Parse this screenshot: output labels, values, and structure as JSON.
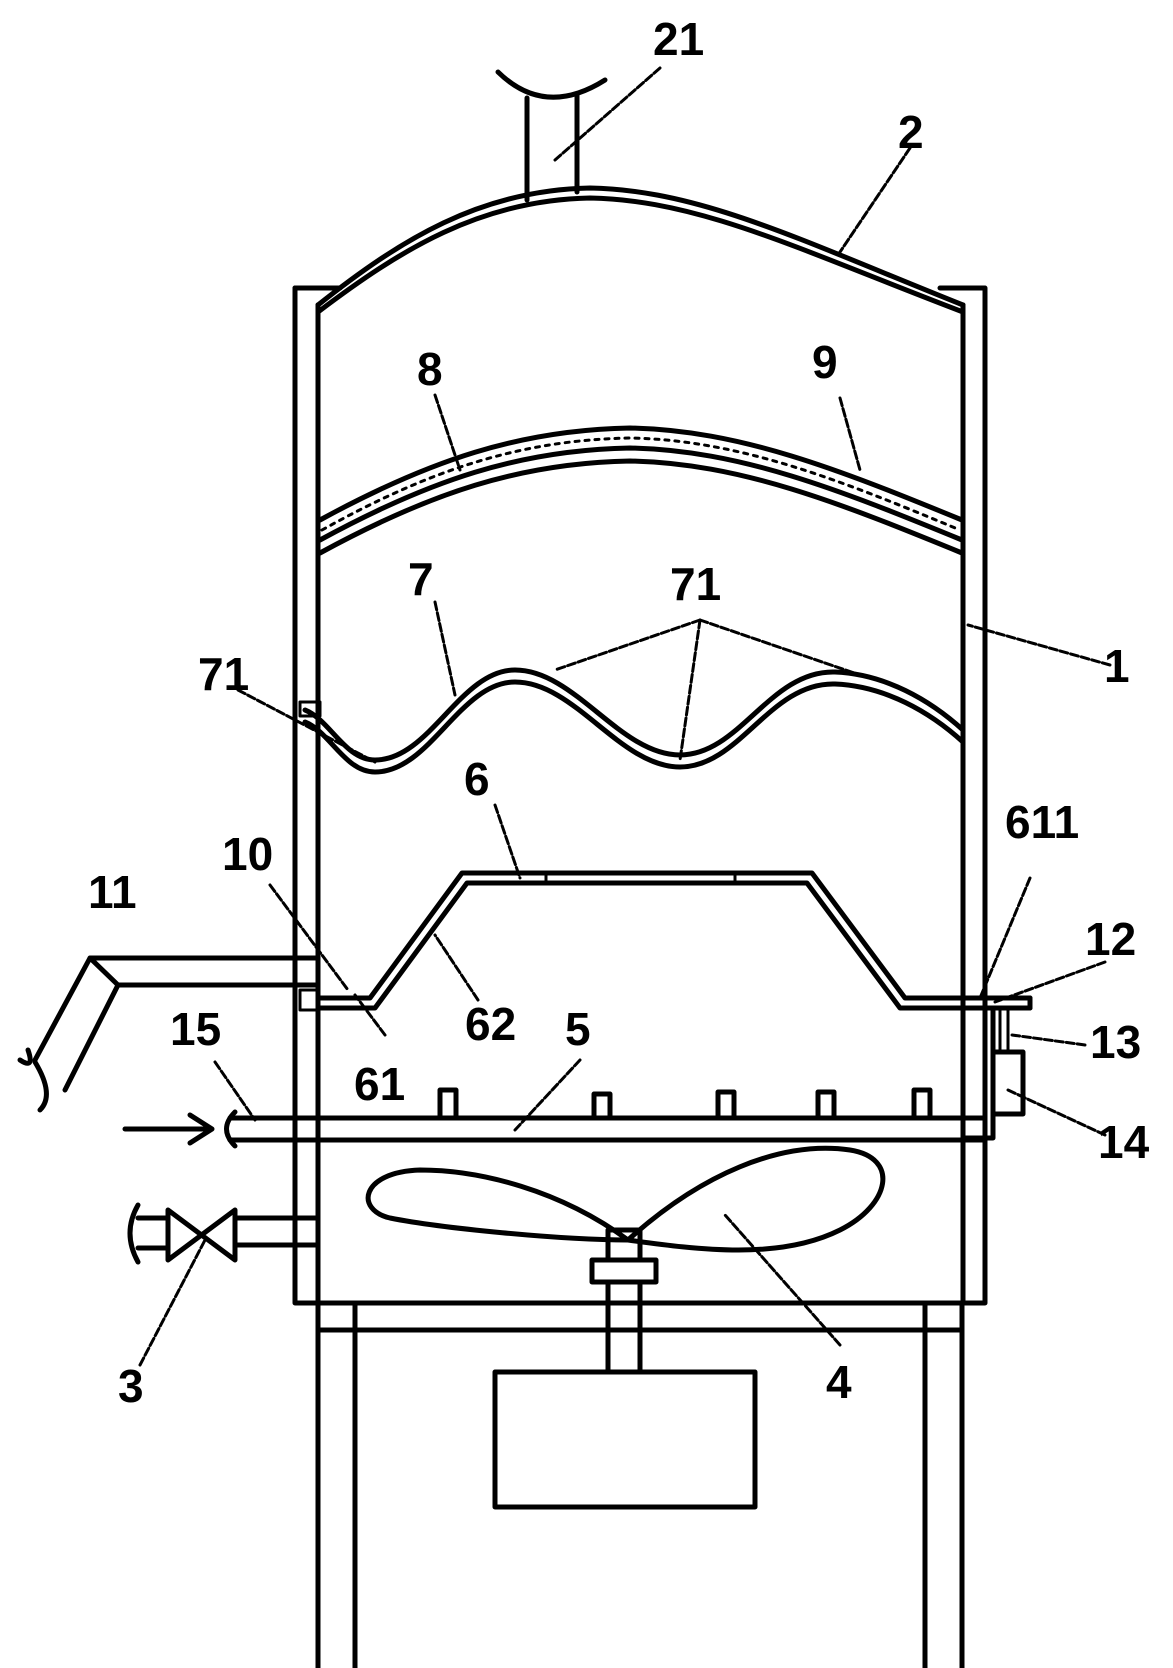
{
  "labels": {
    "housing": "1",
    "dome_cover": "2",
    "drain_valve": "3",
    "fan": "4",
    "gas_pipe": "5",
    "upper_plate": "6",
    "flat_ring": "61",
    "conical_wall": "62",
    "notch": "611",
    "wave_plate": "7",
    "wave_holes": "71",
    "filter_layer": "8",
    "adsorbent": "9",
    "support_ring": "10",
    "outlet_pipe": "11",
    "bracket": "12",
    "rod": "13",
    "sensor_box": "14",
    "inlet_pipe": "15",
    "exhaust_pipe": "21"
  },
  "colors": {
    "line": "#000000",
    "background": "#ffffff"
  }
}
